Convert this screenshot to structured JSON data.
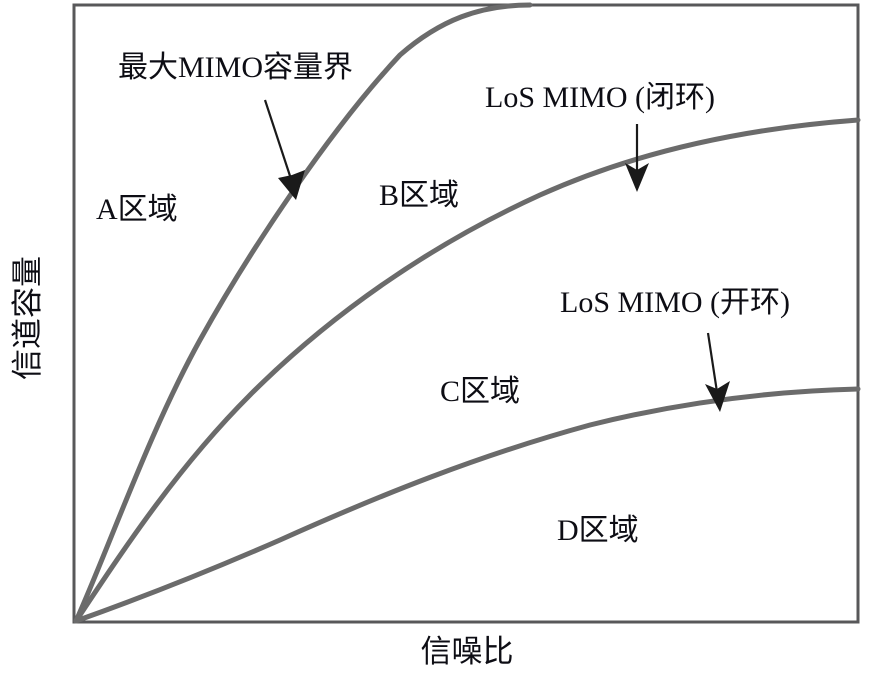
{
  "chart_data": {
    "type": "line",
    "title": "",
    "xlabel": "信噪比",
    "ylabel": "信道容量",
    "grid": false,
    "legend_position": "inline-annotations",
    "xlim": [
      0,
      100
    ],
    "ylim": [
      0,
      100
    ],
    "axis_ticks": {
      "x": [],
      "y": []
    },
    "series": [
      {
        "name": "最大MIMO容量界",
        "note": "Maximum MIMO capacity bound - steepest logarithmic curve, exits top edge",
        "x": [
          0,
          5,
          10,
          18,
          28,
          40,
          52,
          58
        ],
        "y": [
          0,
          22,
          38,
          56,
          72,
          86,
          97,
          100
        ]
      },
      {
        "name": "LoS MIMO (闭环)",
        "note": "Closed-loop LoS MIMO - middle logarithmic curve, reaches right edge near top",
        "x": [
          0,
          6,
          14,
          26,
          40,
          55,
          72,
          88,
          100
        ],
        "y": [
          0,
          16,
          30,
          46,
          60,
          70,
          78,
          82,
          84
        ]
      },
      {
        "name": "LoS MIMO (开环)",
        "note": "Open-loop LoS MIMO - lowest logarithmic curve, reaches right edge mid-height",
        "x": [
          0,
          8,
          18,
          30,
          45,
          60,
          78,
          92,
          100
        ],
        "y": [
          0,
          8,
          16,
          25,
          33,
          40,
          45,
          48,
          50
        ]
      }
    ],
    "regions": [
      {
        "label": "A区域",
        "x": 6,
        "y": 66
      },
      {
        "label": "B区域",
        "x": 42,
        "y": 68
      },
      {
        "label": "C区域",
        "x": 52,
        "y": 37
      },
      {
        "label": "D区域",
        "x": 68,
        "y": 14
      }
    ],
    "annotations": [
      {
        "text": "最大MIMO容量界",
        "label_x": 14,
        "label_y": 90,
        "arrow_from_x": 25,
        "arrow_from_y": 85,
        "arrow_to_x": 29,
        "arrow_to_y": 69
      },
      {
        "text": "LoS MIMO (闭环)",
        "label_x": 62,
        "label_y": 85,
        "arrow_from_x": 72,
        "arrow_from_y": 81,
        "arrow_to_x": 72,
        "arrow_to_y": 71
      },
      {
        "text": "LoS MIMO (开环)",
        "label_x": 72,
        "label_y": 52,
        "arrow_from_x": 81,
        "arrow_from_y": 47,
        "arrow_to_x": 82,
        "arrow_to_y": 35
      }
    ],
    "colors": {
      "curve": "#6b6b6b",
      "frame": "#58585a",
      "text": "#0d0d14",
      "arrow": "#1a1a1a",
      "background": "#ffffff"
    }
  }
}
